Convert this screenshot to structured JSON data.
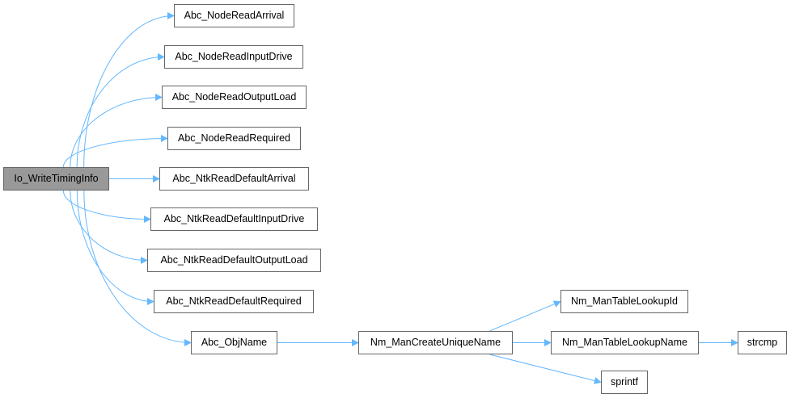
{
  "graph": {
    "root": "Io_WriteTimingInfo",
    "nodes": {
      "root": "Io_WriteTimingInfo",
      "arrival": "Abc_NodeReadArrival",
      "input_drive": "Abc_NodeReadInputDrive",
      "output_load": "Abc_NodeReadOutputLoad",
      "required": "Abc_NodeReadRequired",
      "def_arrival": "Abc_NtkReadDefaultArrival",
      "def_input_drive": "Abc_NtkReadDefaultInputDrive",
      "def_output_load": "Abc_NtkReadDefaultOutputLoad",
      "def_required": "Abc_NtkReadDefaultRequired",
      "obj_name": "Abc_ObjName",
      "create_unique": "Nm_ManCreateUniqueName",
      "lookup_id": "Nm_ManTableLookupId",
      "lookup_name": "Nm_ManTableLookupName",
      "strcmp": "strcmp",
      "sprintf": "sprintf"
    },
    "edges": [
      [
        "root",
        "arrival"
      ],
      [
        "root",
        "input_drive"
      ],
      [
        "root",
        "output_load"
      ],
      [
        "root",
        "required"
      ],
      [
        "root",
        "def_arrival"
      ],
      [
        "root",
        "def_input_drive"
      ],
      [
        "root",
        "def_output_load"
      ],
      [
        "root",
        "def_required"
      ],
      [
        "root",
        "obj_name"
      ],
      [
        "obj_name",
        "create_unique"
      ],
      [
        "create_unique",
        "lookup_id"
      ],
      [
        "create_unique",
        "lookup_name"
      ],
      [
        "create_unique",
        "sprintf"
      ],
      [
        "lookup_name",
        "strcmp"
      ]
    ],
    "colors": {
      "edge": "#63b8ff",
      "node_border": "#666666",
      "root_fill": "#999999"
    }
  }
}
